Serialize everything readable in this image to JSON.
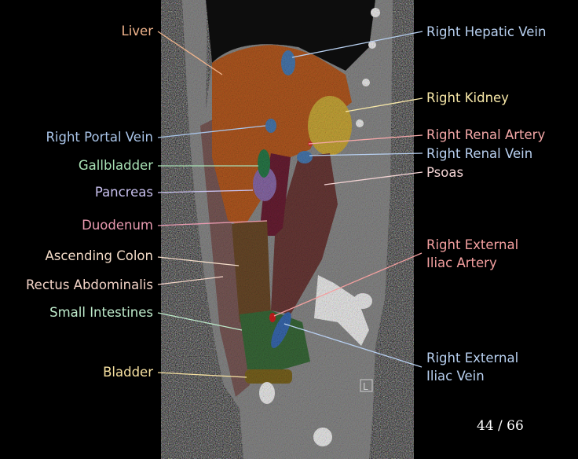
{
  "left_labels": [
    {
      "text": "Liver",
      "color": "#f0b48c"
    },
    {
      "text": "Right Portal Vein",
      "color": "#a9c4e8"
    },
    {
      "text": "Gallbladder",
      "color": "#a8e0b4"
    },
    {
      "text": "Pancreas",
      "color": "#c8c0ee"
    },
    {
      "text": "Duodenum",
      "color": "#e89ab0"
    },
    {
      "text": "Ascending Colon",
      "color": "#f4dcc8"
    },
    {
      "text": "Rectus Abdominalis",
      "color": "#f4d4c8"
    },
    {
      "text": "Small Intestines",
      "color": "#bfeccc"
    },
    {
      "text": "Bladder",
      "color": "#f6e0a0"
    }
  ],
  "right_labels": [
    {
      "text": "Right Hepatic Vein",
      "color": "#b8d0f0"
    },
    {
      "text": "Right Kidney",
      "color": "#f8e8a8"
    },
    {
      "text": "Right Renal Artery",
      "color": "#f4a8a8"
    },
    {
      "text": "Right Renal Vein",
      "color": "#b8d0f0"
    },
    {
      "text": "Psoas",
      "color": "#f4d4d4"
    },
    {
      "text": "Right External\nIliac Artery",
      "color": "#f4a0a0"
    },
    {
      "text": "Right External\nIliac Vein",
      "color": "#b8d0f0"
    }
  ],
  "orientation_marker": "L",
  "slice_indicator": "44 / 66"
}
